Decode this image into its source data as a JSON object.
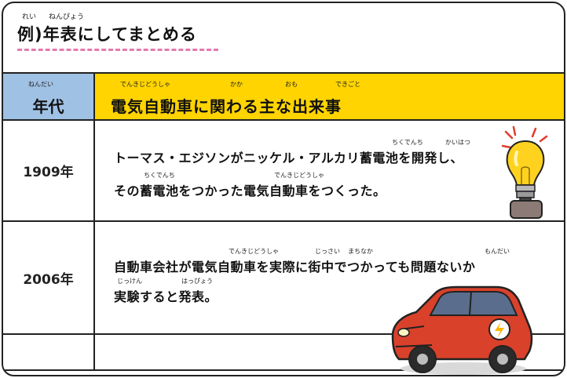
{
  "title": {
    "ruby_rei": "れい",
    "ruby_nenpyou": "ねんぴょう",
    "text": "例)年表にしてまとめる"
  },
  "table": {
    "header": {
      "year_ruby": "ねんだい",
      "year_label": "年代",
      "events_ruby_1": "でんきじどうしゃ",
      "events_ruby_2": "かか",
      "events_ruby_3": "おも",
      "events_ruby_4": "できごと",
      "events_label": "電気自動車に関わる主な出来事"
    },
    "rows": [
      {
        "year": "1909年",
        "line1_ruby_a": "ちくでんち",
        "line1_ruby_b": "かいはつ",
        "line1": "トーマス・エジソンがニッケル・アルカリ蓄電池を開発し、",
        "line2_ruby_a": "ちくでんち",
        "line2_ruby_b": "でんきじどうしゃ",
        "line2": "その蓄電池をつかった電気自動車をつくった。"
      },
      {
        "year": "2006年",
        "line1_ruby_a": "でんきじどうしゃ",
        "line1_ruby_b": "じっさい",
        "line1_ruby_c": "まちなか",
        "line1_ruby_d": "もんだい",
        "line1": "自動車会社が電気自動車を実際に街中でつかっても問題ないか",
        "line2_ruby_a": "じっけん",
        "line2_ruby_b": "はっぴょう",
        "line2": "実験すると発表。"
      },
      {
        "year": "",
        "line1": ""
      }
    ]
  },
  "icons": {
    "bulb": "lightbulb-icon",
    "car": "electric-car-icon"
  },
  "colors": {
    "year_header_bg": "#9fc1e4",
    "events_header_bg": "#ffd400",
    "underline": "#e37ab0",
    "car_body": "#d9412b"
  }
}
